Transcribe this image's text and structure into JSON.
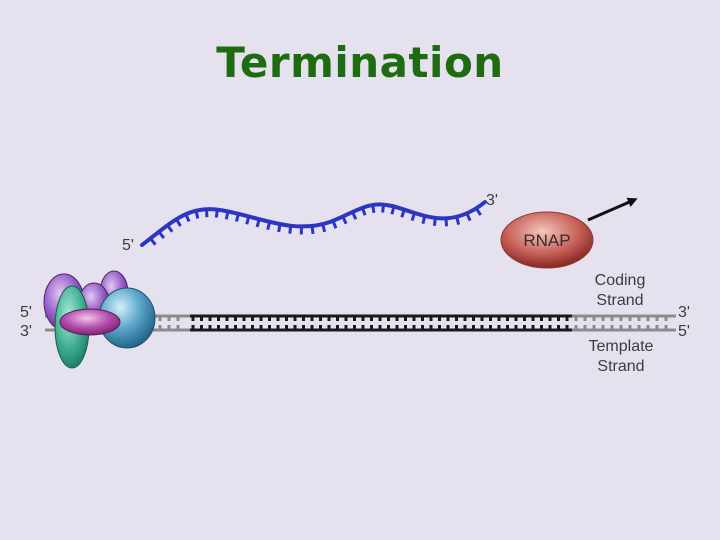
{
  "slide": {
    "title": "Termination"
  },
  "rna": {
    "end_5": "5'",
    "end_3": "3'",
    "color": "#2b36c4"
  },
  "dna": {
    "left_top": "5'",
    "left_bottom": "3'",
    "right_top": "3'",
    "right_bottom": "5'",
    "coding_strand_line1": "Coding",
    "coding_strand_line2": "Strand",
    "template_strand_line1": "Template",
    "template_strand_line2": "Strand"
  },
  "polymerase": {
    "label": "RNAP",
    "color": "#b8433c"
  },
  "colors": {
    "background": "#e6e1ee",
    "title": "#1e6b12",
    "dna_black": "#1a1a1a",
    "dna_gray": "#8c8c8c"
  }
}
